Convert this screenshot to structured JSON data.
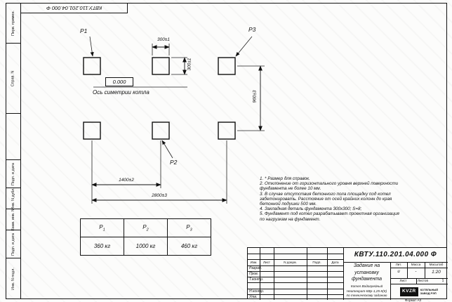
{
  "doc": {
    "number_flipped": "КВТУ.110.201.04.000 Ф",
    "format_note": "Формат А3"
  },
  "left_strip": {
    "items": [
      "Перв. примен.",
      "Справ. N",
      "",
      "Подп. и дата",
      "Инв. N дубл.",
      "Взам. инв. N",
      "Подп. и дата",
      "Инв. N подл."
    ]
  },
  "drawing": {
    "point_labels": {
      "p1": "Р1",
      "p2": "Р2",
      "p3": "Р3"
    },
    "elevation": "0.000",
    "axis_label": "Ось симетрии котла",
    "dimensions": {
      "pad_width": "300±1",
      "pad_height": "300±1",
      "row_spacing": "960±3",
      "column_spacing": "1400±2",
      "total_length": "2800±3"
    }
  },
  "notes": {
    "lines": [
      "1. * Размер для справок.",
      "2. Отклонение от горизонтального уровня верхней поверхности",
      "фундамента не более 10 мм.",
      "3. В случае отсутствия бетонного пола площадку под котел",
      "забетонировать. Расстояние от осей крайних колонн до края",
      "бетонной подушки 500 мм.",
      "4. Закладная деталь фундамента 300х300; S=8;",
      "5. Фундамент под котел разрабатывает проектная организация",
      "по нагрузкам на фундамент."
    ]
  },
  "load_table": {
    "columns": [
      {
        "base": "Р",
        "sub": "1"
      },
      {
        "base": "Р",
        "sub": "2"
      },
      {
        "base": "Р",
        "sub": "3"
      }
    ],
    "values": [
      "360 кг",
      "1000 кг",
      "460 кг"
    ]
  },
  "title_block": {
    "designation": "КВТУ.110.201.04.000  Ф",
    "header_cols": [
      "Изм.",
      "Лист",
      "N докум.",
      "Подп.",
      "Дата"
    ],
    "signature_rows": [
      "Разраб.",
      "Пров.",
      "Т.контр.",
      "",
      "Н.контр.",
      "Утв."
    ],
    "title_lines": [
      "Задание на",
      "установку",
      "фундамента"
    ],
    "product_lines": [
      "Котел Водогрейный",
      "Неатекрат-КВр-1,25-К(К)",
      "по техническому заданию"
    ],
    "lit_label": "Лит.",
    "mass_label": "Масса",
    "scale_label": "Масштаб",
    "lit_value": "и",
    "mass_value": "-",
    "scale_value": "1:20",
    "sheet_label": "Лист",
    "sheets_label": "Листов",
    "sheets_value": "1",
    "logo_text": "KVZR",
    "logo_caption_1": "КОТЕЛЬНЫЙ",
    "logo_caption_2": "ЗАВОД РЭП"
  }
}
